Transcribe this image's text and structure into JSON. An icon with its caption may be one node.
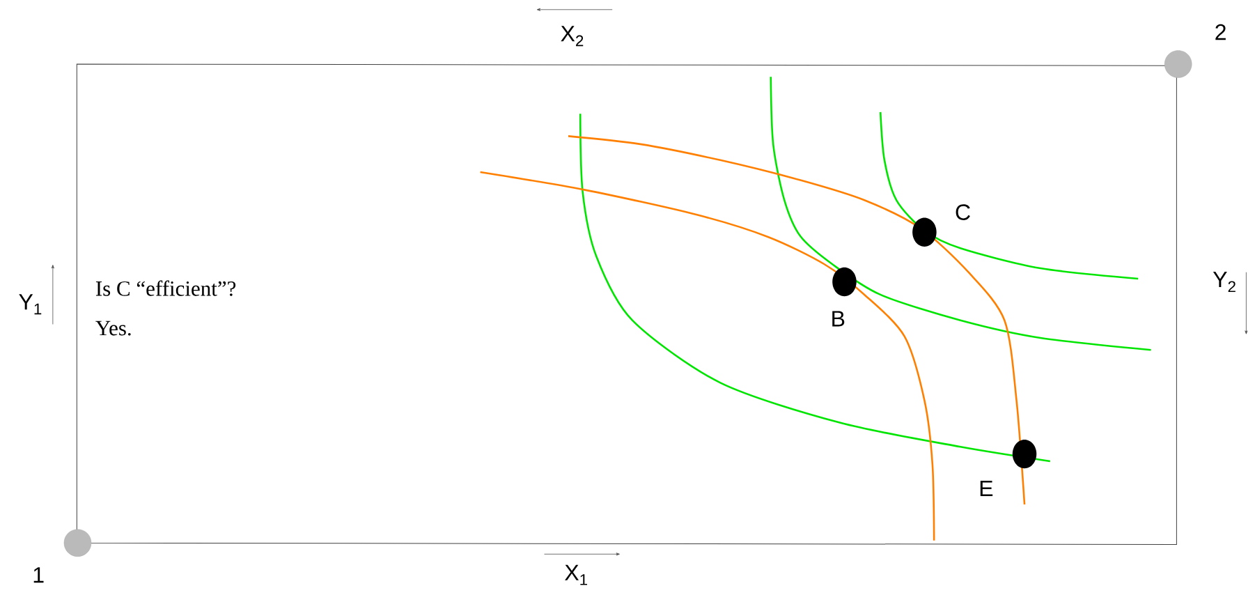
{
  "diagram": {
    "labels": [
      "X$_{2}$",
      "2",
      "C",
      "Y$_{1}$",
      "Is C “efficient”?",
      "Yes.",
      "Y$_{2}$",
      "B",
      "E",
      "1",
      "X$_{1}$"
    ]
  }
}
